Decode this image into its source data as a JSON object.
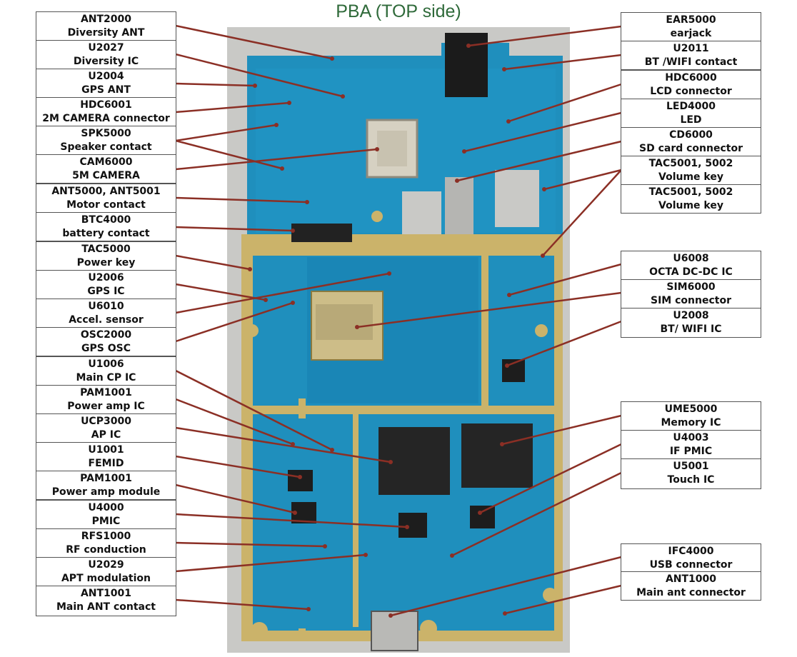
{
  "title": "PBA (TOP side)",
  "labels_left": [
    {
      "ref": "ANT2000",
      "desc": "Diversity ANT"
    },
    {
      "ref": "U2027",
      "desc": "Diversity IC"
    },
    {
      "ref": "U2004",
      "desc": "GPS ANT"
    },
    {
      "ref": "HDC6001",
      "desc": "2M CAMERA connector"
    },
    {
      "ref": "SPK5000",
      "desc": "Speaker contact"
    },
    {
      "ref": "CAM6000",
      "desc": "5M CAMERA"
    },
    {
      "ref": "ANT5000, ANT5001",
      "desc": "Motor contact"
    },
    {
      "ref": "BTC4000",
      "desc": "battery contact"
    },
    {
      "ref": "TAC5000",
      "desc": "Power key"
    },
    {
      "ref": "U2006",
      "desc": "GPS IC"
    },
    {
      "ref": "U6010",
      "desc": "Accel. sensor"
    },
    {
      "ref": "OSC2000",
      "desc": "GPS OSC"
    },
    {
      "ref": "U1006",
      "desc": "Main CP IC"
    },
    {
      "ref": "PAM1001",
      "desc": "Power amp IC"
    },
    {
      "ref": "UCP3000",
      "desc": "AP IC"
    },
    {
      "ref": "U1001",
      "desc": "FEMID"
    },
    {
      "ref": "PAM1001",
      "desc": "Power amp module"
    },
    {
      "ref": "U4000",
      "desc": "PMIC"
    },
    {
      "ref": "RFS1000",
      "desc": "RF conduction"
    },
    {
      "ref": "U2029",
      "desc": "APT modulation"
    },
    {
      "ref": "ANT1001",
      "desc": "Main ANT contact"
    }
  ],
  "labels_right": [
    {
      "ref": "EAR5000",
      "desc": "earjack"
    },
    {
      "ref": "U2011",
      "desc": "BT /WIFI contact"
    },
    {
      "ref": "HDC6000",
      "desc": "LCD connector"
    },
    {
      "ref": "LED4000",
      "desc": "LED"
    },
    {
      "ref": "CD6000",
      "desc": "SD card connector"
    },
    {
      "ref": "TAC5001, 5002",
      "desc": "Volume key"
    },
    {
      "ref": "TAC5001, 5002",
      "desc": "Volume key"
    },
    {
      "ref": "U6008",
      "desc": "OCTA DC-DC IC"
    },
    {
      "ref": "SIM6000",
      "desc": "SIM connector"
    },
    {
      "ref": "U2008",
      "desc": "BT/ WIFI IC"
    },
    {
      "ref": "UME5000",
      "desc": "Memory IC"
    },
    {
      "ref": "U4003",
      "desc": "IF PMIC"
    },
    {
      "ref": "U5001",
      "desc": "Touch IC"
    },
    {
      "ref": "IFC4000",
      "desc": "USB connector"
    },
    {
      "ref": "ANT1000",
      "desc": "Main ant connector"
    }
  ],
  "colors": {
    "board": "#1f8fbd",
    "shield": "#cbb36a",
    "leader": "#8b2f25",
    "title": "#2f6a3a"
  }
}
